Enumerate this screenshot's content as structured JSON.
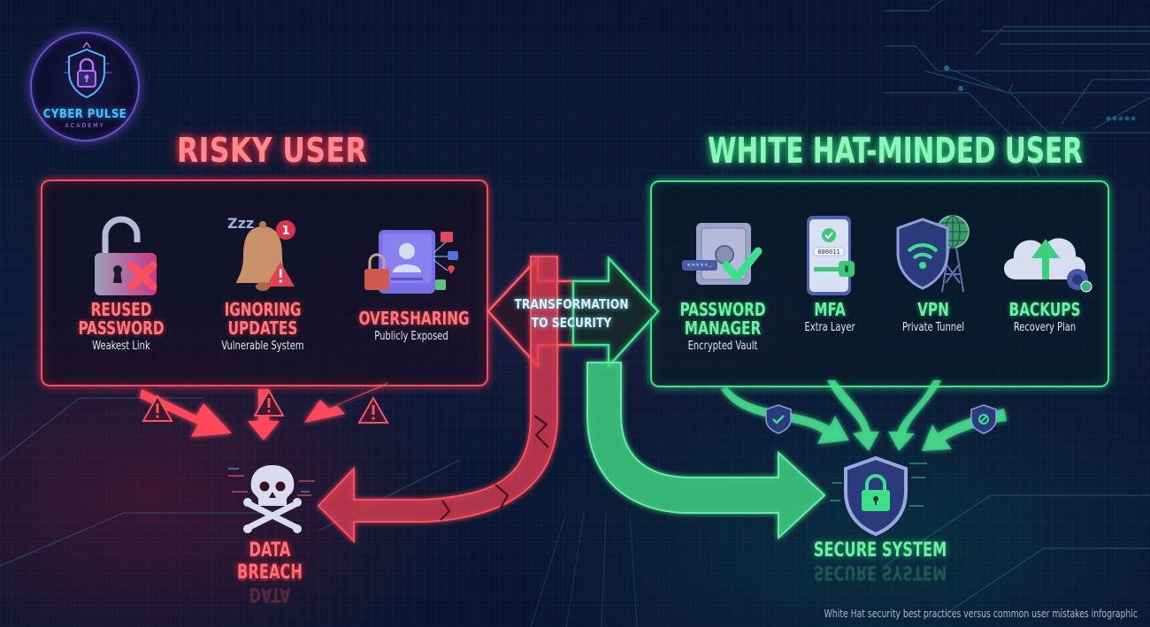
{
  "logo": {
    "name": "CYBER PULSE",
    "subtitle": "ACADEMY",
    "icon": "shield-lock-icon"
  },
  "risky": {
    "title": "RISKY USER",
    "color": "#ff4a5e",
    "items": [
      {
        "icon": "broken-padlock-x-icon",
        "label_line1": "REUSED",
        "label_line2": "PASSWORD",
        "subtitle": "Weakest Link"
      },
      {
        "icon": "sleeping-bell-warning-icon",
        "label_line1": "IGNORING",
        "label_line2": "UPDATES",
        "subtitle": "Vulnerable System",
        "badge": "1",
        "sleep_text": "Zzz"
      },
      {
        "icon": "profile-sharing-icon",
        "label_line1": "OVERSHARING",
        "label_line2": "",
        "subtitle": "Publicly Exposed"
      }
    ],
    "outcome": {
      "label": "DATA BREACH",
      "icon": "skull-crossbones-icon"
    }
  },
  "transition": {
    "label_line1": "TRANSFORMATION",
    "label_line2": "TO SECURITY",
    "icon": "double-arrow-icon"
  },
  "whitehat": {
    "title": "WHITE HAT-MINDED USER",
    "color": "#3be58a",
    "items": [
      {
        "icon": "safe-vault-check-icon",
        "label_line1": "PASSWORD",
        "label_line2": "MANAGER",
        "subtitle": "Encrypted Vault",
        "masked_value": "*****-"
      },
      {
        "icon": "phone-key-icon",
        "label_line1": "MFA",
        "label_line2": "",
        "subtitle": "Extra Layer",
        "code": "000011"
      },
      {
        "icon": "shield-wifi-globe-icon",
        "label_line1": "VPN",
        "label_line2": "",
        "subtitle": "Private Tunnel"
      },
      {
        "icon": "cloud-upload-gear-icon",
        "label_line1": "BACKUPS",
        "label_line2": "",
        "subtitle": "Recovery Plan"
      }
    ],
    "outcome": {
      "label": "SECURE SYSTEM",
      "icon": "shield-padlock-icon"
    }
  },
  "caption": "White Hat security best practices versus common user mistakes infographic"
}
